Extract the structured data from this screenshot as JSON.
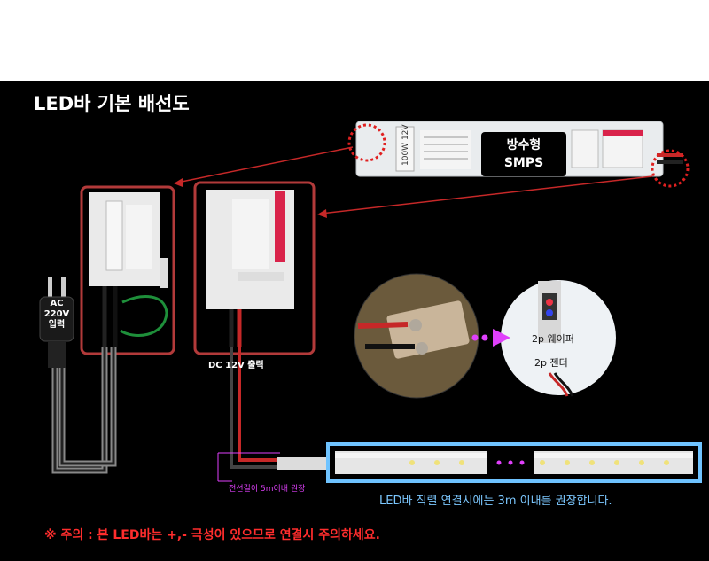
{
  "title": "LED바 기본 배선도",
  "smps": {
    "line1": "방수형",
    "line2": "SMPS",
    "rating_text": "100W 12V"
  },
  "ac_label": {
    "line1": "AC",
    "line2": "220V",
    "line3": "입력"
  },
  "dc_output_label": "DC 12V 출력",
  "cable_length_note": "전선길이 5m이내 권장",
  "strip_note": "LED바 직렬 연결시에는 3m 이내를 권장합니다.",
  "connector": {
    "wafer": "2p 웨이퍼",
    "gender": "2p 젠더"
  },
  "caution": "※ 주의 : 본 LED바는 +,- 극성이 있으므로 연결시 주의하세요.",
  "colors": {
    "background": "#000000",
    "highlight_box": "#b23a3a",
    "caution": "#ff2d2d",
    "strip_frame": "#6fc3ff",
    "magenta": "#e040fb"
  }
}
